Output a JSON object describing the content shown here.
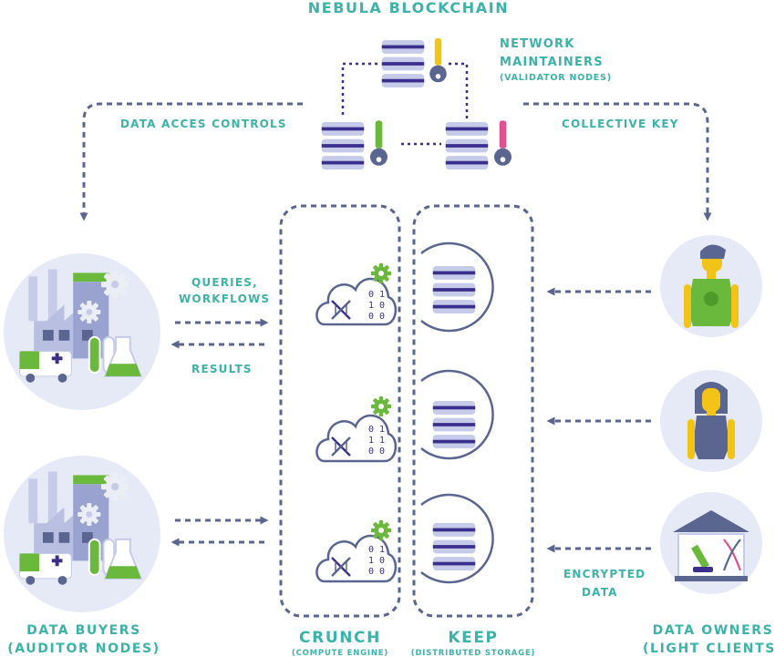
{
  "title": "NEBULA BLOCKCHAIN",
  "maintainers": {
    "line1": "NETWORK",
    "line2": "MAINTAINERS",
    "sub": "(VALIDATOR NODES)"
  },
  "edges": {
    "data_access": "DATA ACCES CONTROLS",
    "collective_key": "COLLECTIVE KEY",
    "queries_line1": "QUERIES,",
    "queries_line2": "WORKFLOWS",
    "results": "RESULTS",
    "encrypted_line1": "ENCRYPTED",
    "encrypted_line2": "DATA"
  },
  "buyers": {
    "line1": "DATA BUYERS",
    "line2": "(AUDITOR NODES)"
  },
  "owners": {
    "line1": "DATA OWNERS",
    "line2": "(LIGHT CLIENTS)"
  },
  "crunch": {
    "title": "CRUNCH",
    "sub": "(COMPUTE ENGINE)"
  },
  "keep": {
    "title": "KEEP",
    "sub": "(DISTRIBUTED STORAGE)"
  },
  "binary_text": [
    "0 1",
    "1 0",
    "1 1",
    "0 0"
  ],
  "colors": {
    "teal": "#3bb3a8",
    "navy": "#5a6590",
    "lavender": "#e6e9f6",
    "server": "#c5cbe8",
    "server_stripe": "#3a2f8c",
    "green": "#6ab83c",
    "pink": "#e0508f",
    "yellow": "#f2c418"
  }
}
